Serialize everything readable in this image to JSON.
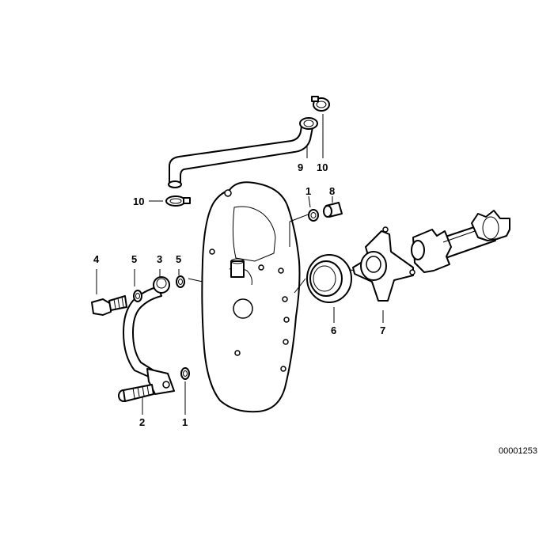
{
  "callouts": {
    "c1_top": "1",
    "c8": "8",
    "c9": "9",
    "c10_right": "10",
    "c10_left": "10",
    "c4": "4",
    "c5_left": "5",
    "c3": "3",
    "c5_right": "5",
    "c6": "6",
    "c7": "7",
    "c2": "2",
    "c1_bottom": "1"
  },
  "reference_number": "00001253"
}
